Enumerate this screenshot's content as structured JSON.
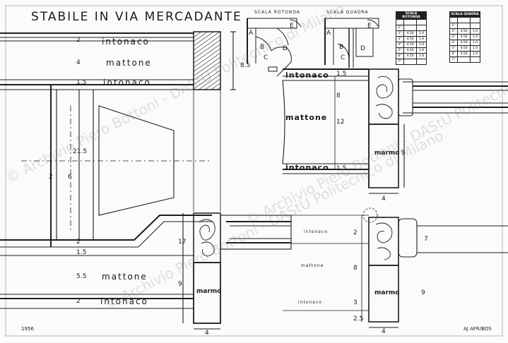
{
  "title": "STABILE IN VIA MERCADANTE",
  "year": "1956",
  "author_initials": "AJ AFR/BOS",
  "watermark": "© Archivio Piero Bottoni - DAStU Politecnico di Milano",
  "top_section": {
    "layers": [
      "intonaco",
      "mattone",
      "intonaco"
    ],
    "dims": [
      "2",
      "4",
      "1.5",
      "8.5"
    ]
  },
  "left_section": {
    "dims": [
      "21.5",
      "6",
      "2",
      "2",
      "1.5",
      "5.5",
      "2",
      "17",
      "9",
      "4"
    ],
    "layers": [
      "mattone",
      "intonaco"
    ],
    "material": "marmo"
  },
  "right_section": {
    "layers": [
      "intonaco",
      "mattone",
      "intonaco"
    ],
    "dims": [
      "1.5",
      "8",
      "12",
      "1.5",
      "9",
      "4"
    ],
    "material": "marmo"
  },
  "bottom_right": {
    "layers": [
      "intonaco",
      "mattone",
      "intonaco"
    ],
    "dims": [
      "2",
      "7",
      "8",
      "9",
      "3",
      "2.5",
      "4"
    ],
    "material": "marmo"
  },
  "scale_views": {
    "rotonda": {
      "label": "SCALA ROTONDA",
      "letters": [
        "A",
        "B",
        "C",
        "D",
        "E"
      ]
    },
    "quadra": {
      "label": "SCALA QUADRA",
      "letters": [
        "A",
        "B",
        "C",
        "D",
        "E"
      ]
    }
  },
  "legend_tables": {
    "rotonda": {
      "header": "SCALA ROTONDA",
      "rows": [
        [
          "",
          "",
          ""
        ],
        [
          "1°",
          "",
          ""
        ],
        [
          "2°",
          "4.50",
          "1.6"
        ],
        [
          "3°",
          "4.50",
          "1.6"
        ],
        [
          "4°",
          "4.50",
          "1.6"
        ],
        [
          "5°",
          "4.50",
          "1.6"
        ],
        [
          "6°",
          "4.50",
          "1.6"
        ],
        [
          "7°",
          "",
          ""
        ]
      ]
    },
    "quadra": {
      "header": "SCALA QUADRA",
      "rows": [
        [
          "",
          "",
          ""
        ],
        [
          "1°",
          "",
          ""
        ],
        [
          "2°",
          "4.50",
          "1.0"
        ],
        [
          "3°",
          "4.50",
          "1.0"
        ],
        [
          "4°",
          "4.50",
          "1.0"
        ],
        [
          "5°",
          "4.50",
          "1.0"
        ],
        [
          "6°",
          "4.50",
          "1.0"
        ],
        [
          "7°",
          "",
          ""
        ]
      ]
    }
  }
}
